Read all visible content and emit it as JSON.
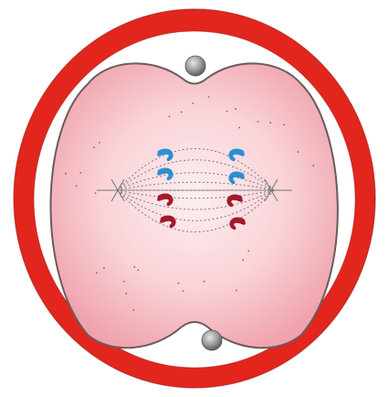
{
  "diagram": {
    "colors": {
      "background": "#ffffff",
      "cell_wall": "#e2261d",
      "cell_wall_inner": "#ffffff",
      "cytoplasm_center": "#fdeef0",
      "cytoplasm_edge": "#f2a9b3",
      "cytoplasm_outline": "#6b5b5d",
      "spindle_fibre": "#7c7c7c",
      "chromosome_blue": "#2c8fd4",
      "chromosome_red": "#a3192c",
      "centrosome": "#8c8c8c",
      "granule": "#9c5a63"
    },
    "parts": [
      {
        "id": "cell-wall",
        "icon": "thick-ring"
      },
      {
        "id": "cytoplasm",
        "icon": "pinched-blob"
      },
      {
        "id": "centrosome-top",
        "icon": "grey-sphere"
      },
      {
        "id": "centrosome-bottom",
        "icon": "grey-sphere"
      },
      {
        "id": "spindle",
        "icon": "dotted-fibres"
      },
      {
        "id": "chromosomes-blue",
        "icon": "comma-shapes",
        "count": 4
      },
      {
        "id": "chromosomes-red",
        "icon": "comma-shapes",
        "count": 4
      }
    ]
  }
}
